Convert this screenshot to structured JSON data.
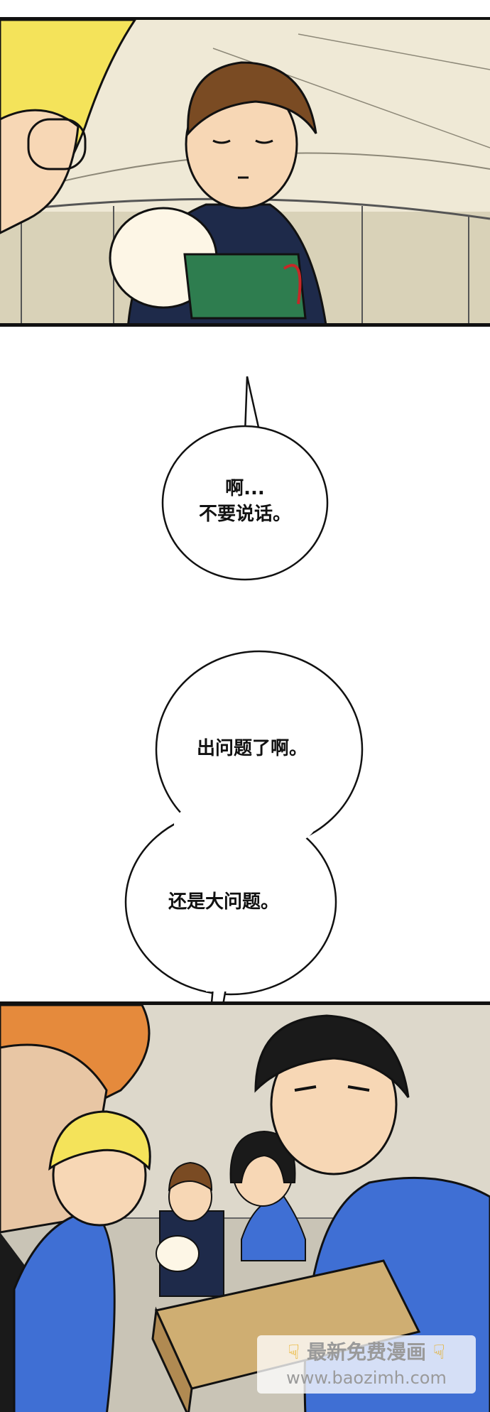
{
  "bubbles": {
    "first": {
      "line1": "啊...",
      "line2": "不要说话。"
    },
    "second": {
      "text": "出问题了啊。"
    },
    "third": {
      "text": "还是大问题。"
    }
  },
  "watermark": {
    "line1": "最新免费漫画",
    "line2": "www.baozimh.com",
    "icon": "pointing-hand-icon"
  },
  "colors": {
    "jacket": "#3f6fd4",
    "box": "#cfae72",
    "hair_blonde": "#f4e35a",
    "dark_shirt": "#1e2a4a",
    "green_vest": "#2e7d4f"
  }
}
